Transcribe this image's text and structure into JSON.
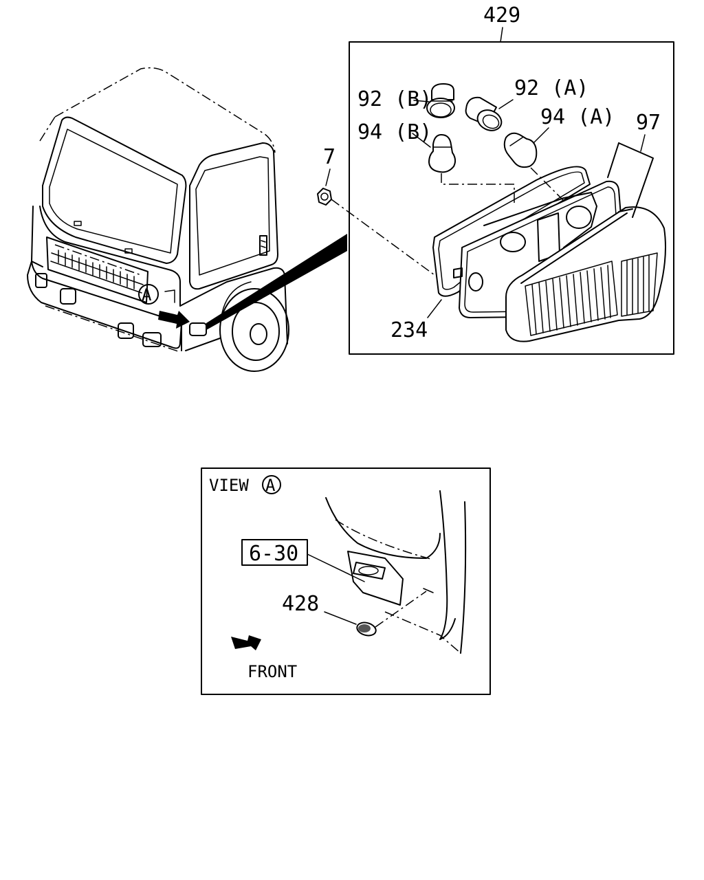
{
  "callouts": {
    "assembly": "429",
    "nut": "7",
    "gasket": "234",
    "socket_b": "92 (B)",
    "socket_a": "92 (A)",
    "bulb_b": "94 (B)",
    "bulb_a": "94 (A)",
    "lens": "97",
    "grommet": "428",
    "ref_box": "6-30"
  },
  "view_marker": "A",
  "view_title": "VIEW",
  "front_label": "FRONT"
}
